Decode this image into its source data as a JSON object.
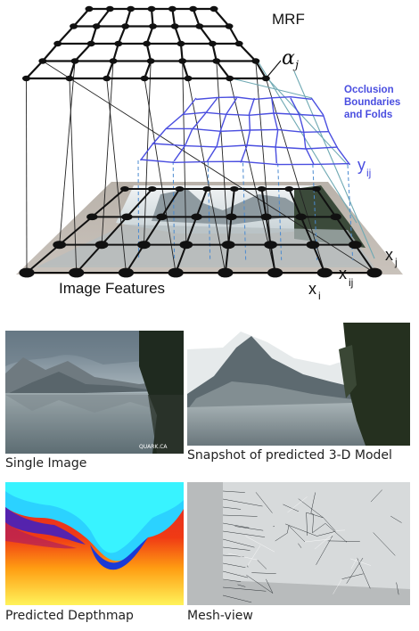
{
  "diagram": {
    "mrf_label": "MRF",
    "alpha_label": "α",
    "alpha_sub": "j",
    "occlusion_label_lines": [
      "Occlusion",
      "Boundaries",
      "and Folds"
    ],
    "y_label": "y",
    "y_sub": "ij",
    "x_j_label": "x",
    "x_j_sub": "j",
    "x_ij_label": "x",
    "x_ij_sub": "ij",
    "x_i_label": "x",
    "x_i_sub": "i",
    "image_features_label": "Image Features",
    "colors": {
      "occlusion_blue": "#4a4ee0",
      "node_black": "#111111",
      "line_teal": "#6fa9b3"
    }
  },
  "panels": {
    "single_image": {
      "caption": "Single Image",
      "watermark": "QUARK.CA"
    },
    "snapshot_3d": {
      "caption": "Snapshot of predicted 3-D Model"
    },
    "depthmap": {
      "caption": "Predicted Depthmap"
    },
    "mesh_view": {
      "caption": "Mesh-view"
    }
  }
}
